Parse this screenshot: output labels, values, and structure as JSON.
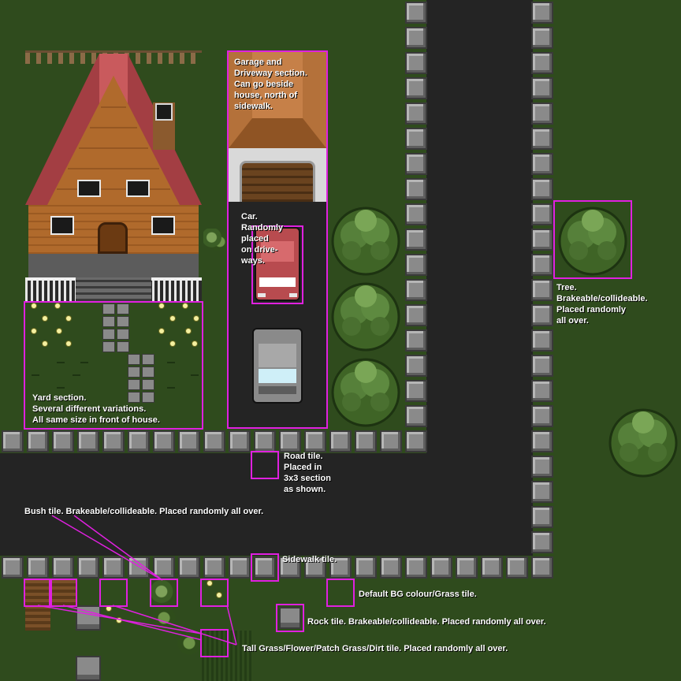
{
  "labels": {
    "garage": "Garage and\nDriveway section.\nCan go beside\nhouse, north of\nsidewalk.",
    "car": "Car.\nRandomly\nplaced\non drive-\nways.",
    "tree": "Tree.\nBrakeable/collideable.\nPlaced randomly\nall over.",
    "yard": "Yard section.\nSeveral different variations.\nAll same size in front of house.",
    "road": "Road tile.\nPlaced in\n3x3 section\nas shown.",
    "bush": "Bush tile. Brakeable/collideable. Placed randomly all over.",
    "sidewalk": "Sidewalk tile.",
    "grass": "Default BG colour/Grass tile.",
    "rock": "Rock tile. Brakeable/collideable. Placed randomly all over.",
    "tallgrass": "Tall Grass/Flower/Patch Grass/Dirt tile. Placed randomly all over."
  },
  "colors": {
    "annotation": "#e020e0",
    "grass": "#2f4b1d",
    "road": "#242424",
    "roof": "#b84b4f",
    "brick": "#b06a2c"
  }
}
